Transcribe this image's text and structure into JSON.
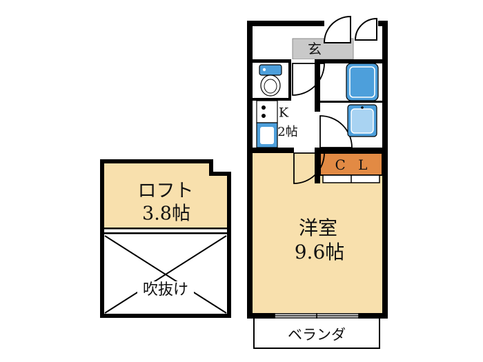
{
  "title": "apartment-floor-plan",
  "colors": {
    "floor": "#F8E0AD",
    "closet": "#E28A44",
    "fixture": "#4D9FDB",
    "fixture_inner": "#A9D3F2",
    "genkan_bg": "#C9C9C9",
    "wall": "#000000"
  },
  "rooms": {
    "genkan": {
      "label": "玄"
    },
    "kitchen": {
      "label": "K",
      "size": "2帖"
    },
    "closet": {
      "label": "C L"
    },
    "western_room": {
      "label": "洋室",
      "size": "9.6帖"
    },
    "loft": {
      "label": "ロフト",
      "size": "3.8帖"
    },
    "void": {
      "label": "吹抜け"
    },
    "veranda": {
      "label": "ベランダ"
    }
  }
}
